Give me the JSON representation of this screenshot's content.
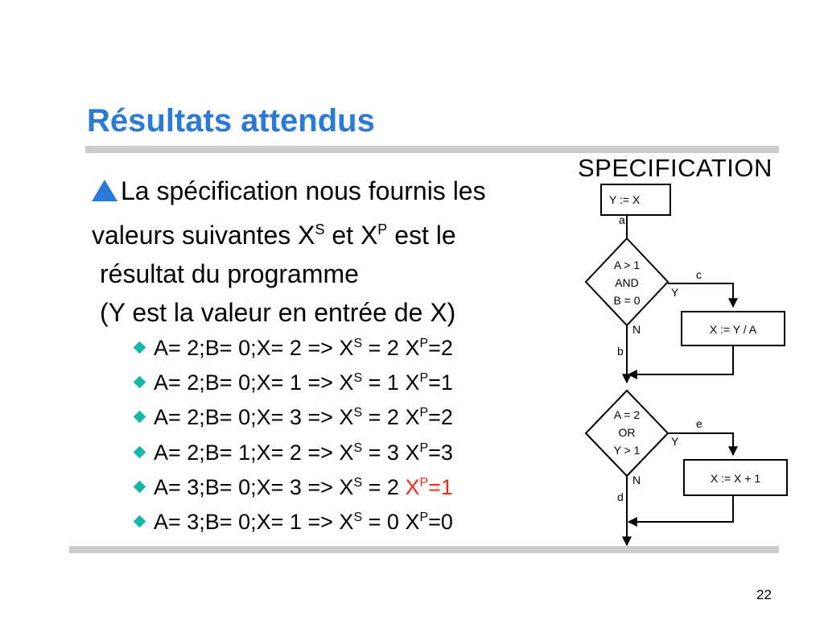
{
  "slide": {
    "title": "Résultats attendus",
    "page_number": "22",
    "accent_color": "#2a7ad6",
    "highlight_color": "#ff2a1a",
    "bullet_color": "#14b8a6"
  },
  "intro": {
    "line1": "La spécification nous fournis les",
    "line2_pre": "valeurs suivantes X",
    "line2_sup1": "S",
    "line2_mid": " et X",
    "line2_sup2": "P",
    "line2_post": " est le",
    "line3": "résultat du programme",
    "line4": "(Y est la valeur en entrée de X)"
  },
  "bullets": [
    {
      "input": "A= 2;B= 0;X= 2 => X",
      "xs": "= 2",
      "xp": "=2",
      "highlight": false
    },
    {
      "input": "A= 2;B= 0;X= 1 => X",
      "xs": "= 1",
      "xp": "=1",
      "highlight": false
    },
    {
      "input": "A= 2;B= 0;X= 3 => X",
      "xs": "= 2",
      "xp": "=2",
      "highlight": false
    },
    {
      "input": "A= 2;B= 1;X= 2 => X",
      "xs": "= 3",
      "xp": "=3",
      "highlight": false
    },
    {
      "input": "A= 3;B= 0;X= 3 => X",
      "xs": "= 2",
      "xp": "=1",
      "highlight": true
    },
    {
      "input": "A= 3;B= 0;X= 1 => X",
      "xs": "= 0",
      "xp": "=0",
      "highlight": false
    }
  ],
  "superscripts": {
    "s": "S",
    "p": "P",
    "x": "X"
  },
  "flowchart": {
    "label": "SPECIFICATION",
    "start_box": "Y := X",
    "edge_a": "a",
    "cond1": {
      "line1": "A > 1",
      "line2": "AND",
      "line3": "B = 0"
    },
    "edge_c": "c",
    "yes1": "Y",
    "no1": "N",
    "box1": "X := Y / A",
    "edge_b": "b",
    "cond2": {
      "line1": "A = 2",
      "line2": "OR",
      "line3": "Y > 1"
    },
    "edge_e": "e",
    "yes2": "Y",
    "no2": "N",
    "box2": "X := X + 1",
    "edge_d": "d"
  }
}
